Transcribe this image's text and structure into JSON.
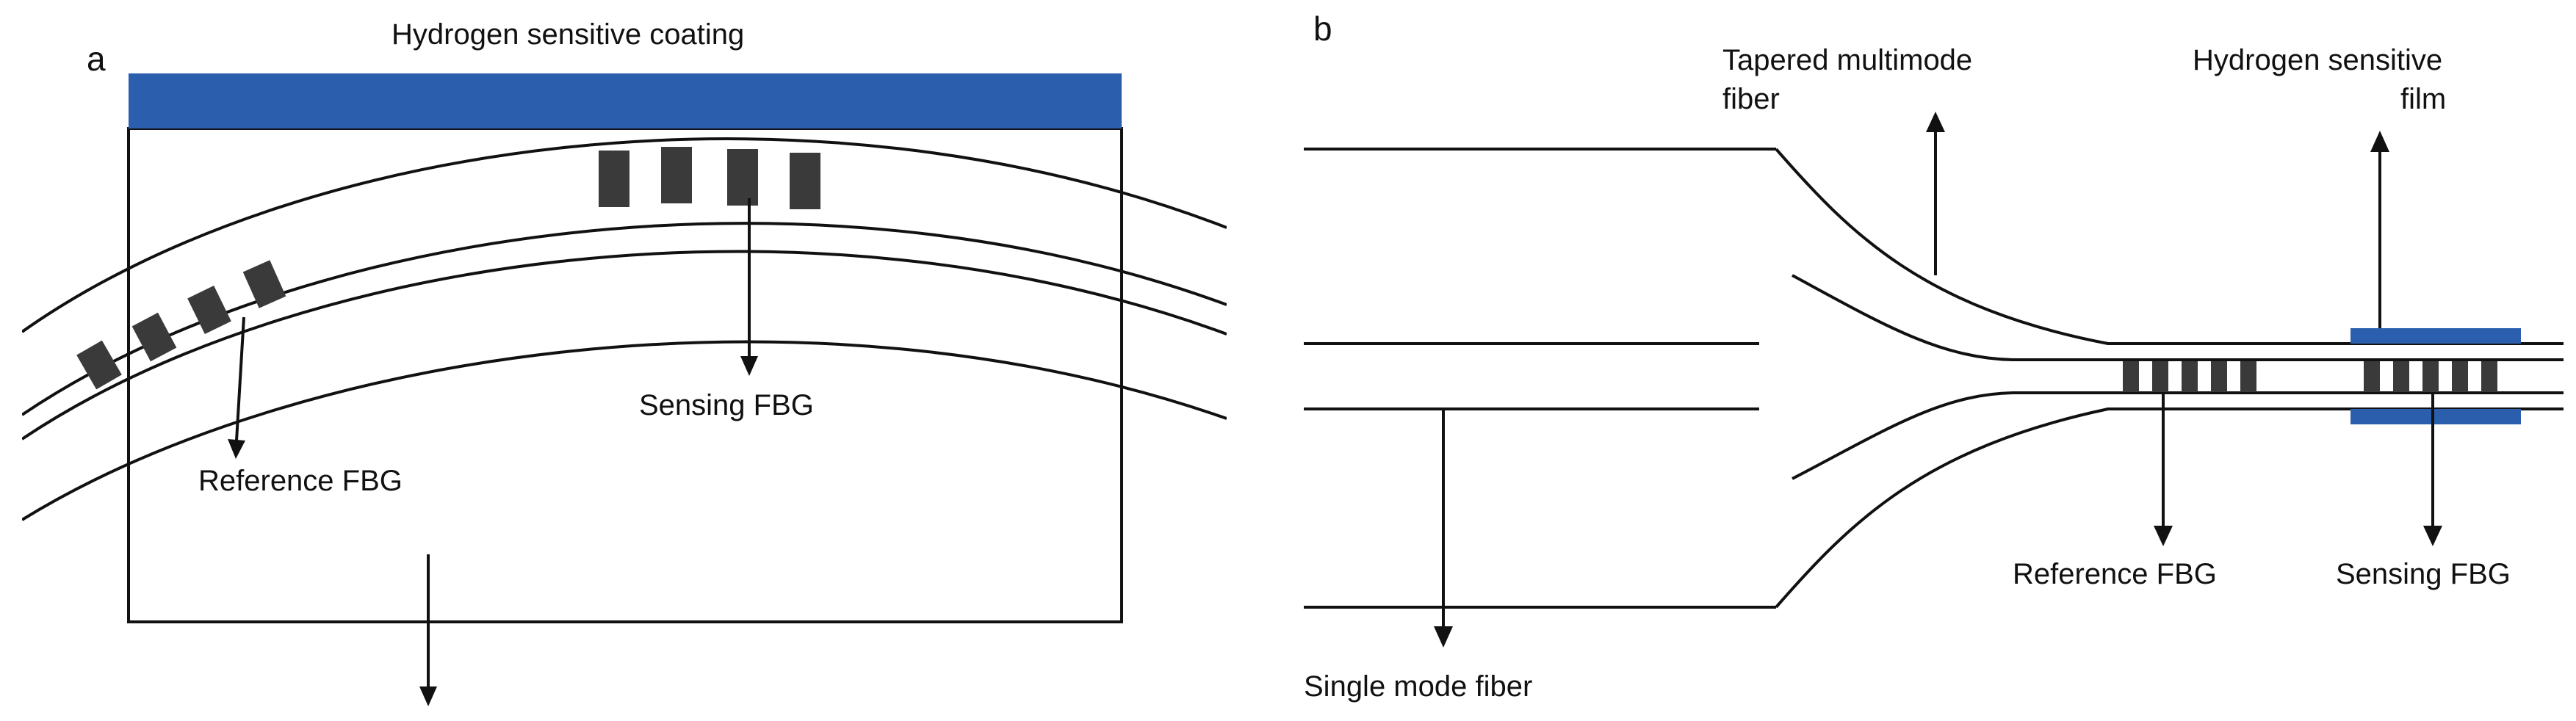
{
  "panel_a": {
    "label": "a",
    "coating_label": "Hydrogen sensitive coating",
    "sensing_label": "Sensing FBG",
    "reference_label": "Reference FBG"
  },
  "panel_b": {
    "label": "b",
    "tapered_label_line1": "Tapered multimode",
    "tapered_label_line2": "fiber",
    "film_label_line1": "Hydrogen sensitive",
    "film_label_line2": "film",
    "reference_label": "Reference FBG",
    "sensing_label": "Sensing FBG",
    "smf_label": "Single mode fiber"
  },
  "colors": {
    "coating": "#2b5fad",
    "grating": "#3a3a3a",
    "line": "#111111"
  }
}
